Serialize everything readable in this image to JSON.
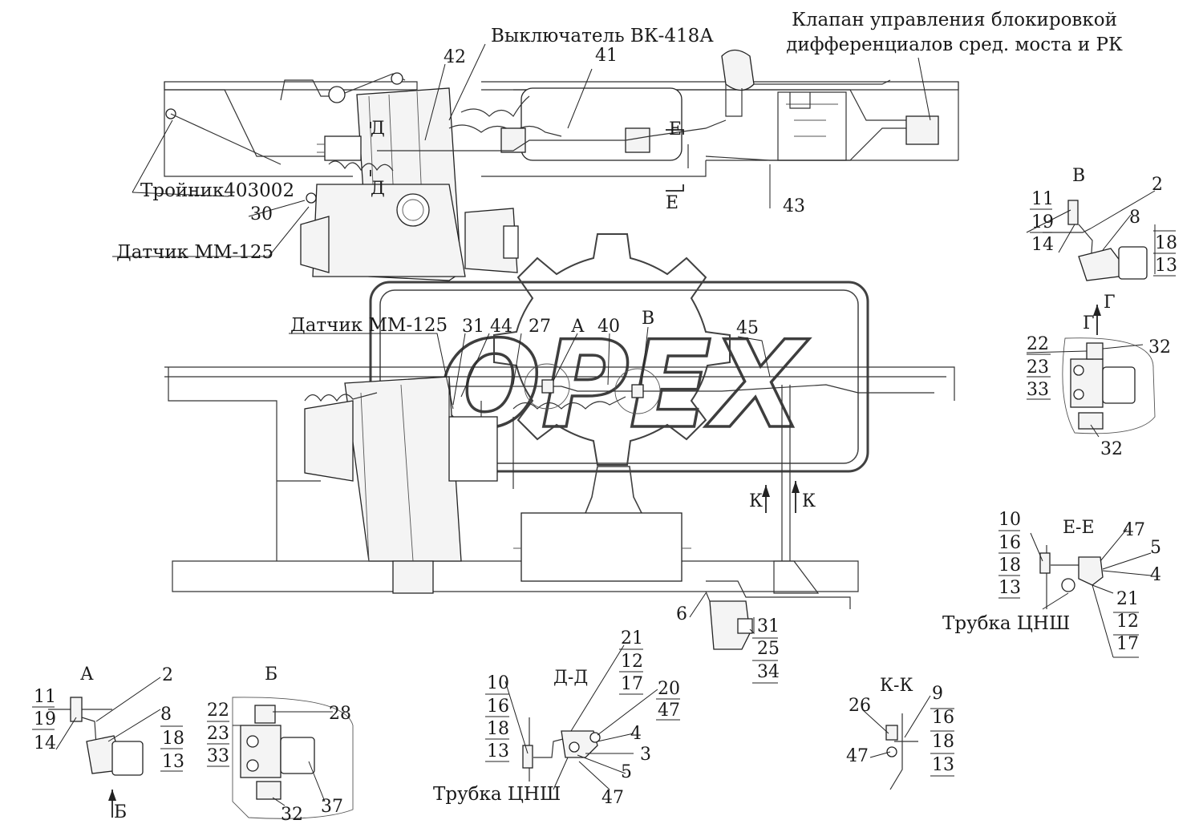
{
  "callouts": {
    "vk_switch": "Выключатель ВК-418А",
    "valve_line1": "Клапан управления блокировкой",
    "valve_line2": "дифференциалов сред. моста и РК",
    "tee": "Тройник403002",
    "sensor_top": "Датчик ММ-125",
    "sensor_mid": "Датчик ММ-125",
    "tube_ee": "Трубка ЦНШ",
    "tube_dd": "Трубка ЦНШ"
  },
  "views": {
    "A": "А",
    "B": "Б",
    "V": "В",
    "G": "Г",
    "DD": "Д-Д",
    "EE": "Е-Е",
    "KK": "К-К"
  },
  "section_marks": {
    "d_top": "Д",
    "d_bottom": "Д",
    "e_top": "Е",
    "e_bottom": "Е",
    "k_left": "К",
    "k_right": "К",
    "g_arrow": "Г",
    "b_arrow": "Б",
    "v_mid": "В",
    "a_mid": "А"
  },
  "numbers": {
    "n42": "42",
    "n41": "41",
    "n43": "43",
    "n30": "30",
    "n31m": "31",
    "n44": "44",
    "n27": "27",
    "n40": "40",
    "n45": "45",
    "n6": "6",
    "n31b": "31",
    "n25b": "25",
    "n34b": "34",
    "v_11": "11",
    "v_19": "19",
    "v_14": "14",
    "v_2": "2",
    "v_8": "8",
    "v_18": "18",
    "v_13": "13",
    "g_22": "22",
    "g_23": "23",
    "g_33": "33",
    "g_32a": "32",
    "g_32b": "32",
    "ee_10": "10",
    "ee_16": "16",
    "ee_18": "18",
    "ee_13": "13",
    "ee_47": "47",
    "ee_5": "5",
    "ee_4": "4",
    "ee_21": "21",
    "ee_12": "12",
    "ee_17": "17",
    "a_11": "11",
    "a_19": "19",
    "a_14": "14",
    "a_2": "2",
    "a_8": "8",
    "a_18": "18",
    "a_13": "13",
    "b_22": "22",
    "b_23": "23",
    "b_33": "33",
    "b_28": "28",
    "b_32": "32",
    "b_37": "37",
    "dd_10": "10",
    "dd_16": "16",
    "dd_18": "18",
    "dd_13": "13",
    "dd_21": "21",
    "dd_12": "12",
    "dd_17": "17",
    "dd_20": "20",
    "dd_47a": "47",
    "dd_4": "4",
    "dd_3": "3",
    "dd_5": "5",
    "dd_47b": "47",
    "kk_26": "26",
    "kk_47": "47",
    "kk_9": "9",
    "kk_16": "16",
    "kk_18": "18",
    "kk_13": "13"
  },
  "watermark": "OPEX"
}
